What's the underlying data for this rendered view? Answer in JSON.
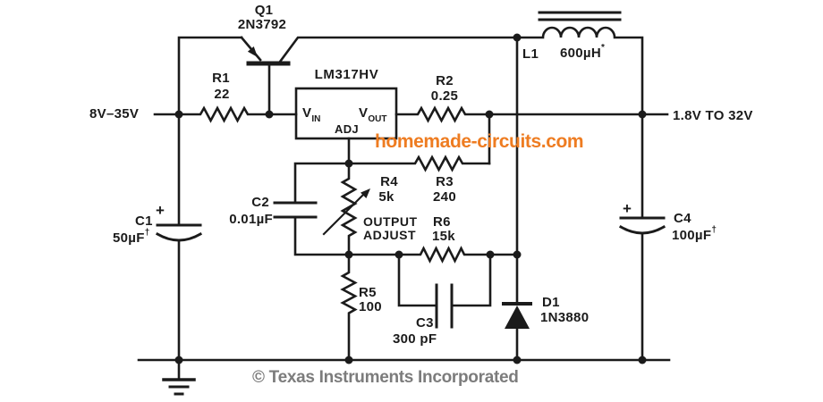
{
  "title": "LM317HV adjustable regulator schematic",
  "colors": {
    "wire": "#1b1b1b",
    "watermark_orange": "#ee7c21",
    "copyright_gray": "#7c7c7c",
    "background": "#ffffff"
  },
  "labels": {
    "input_voltage": "8V–35V",
    "output_voltage": "1.8V TO 32V"
  },
  "components": {
    "q1": {
      "ref": "Q1",
      "part": "2N3792"
    },
    "r1": {
      "ref": "R1",
      "value": "22"
    },
    "ic": {
      "name": "LM317HV",
      "pins": {
        "vin": {
          "main": "V",
          "sub": "IN"
        },
        "vout": {
          "main": "V",
          "sub": "OUT"
        },
        "adj": "ADJ"
      }
    },
    "r2": {
      "ref": "R2",
      "value": "0.25"
    },
    "l1": {
      "ref": "L1",
      "value": "600µH",
      "note": "*"
    },
    "r3": {
      "ref": "R3",
      "value": "240"
    },
    "r4": {
      "ref": "R4",
      "value": "5k",
      "function_line1": "OUTPUT",
      "function_line2": "ADJUST"
    },
    "c2": {
      "ref": "C2",
      "value": "0.01µF"
    },
    "r5": {
      "ref": "R5",
      "value": "100"
    },
    "r6": {
      "ref": "R6",
      "value": "15k"
    },
    "c3": {
      "ref": "C3",
      "value": "300 pF"
    },
    "d1": {
      "ref": "D1",
      "value": "1N3880"
    },
    "c1": {
      "ref": "C1",
      "value": "50µF",
      "note": "†",
      "polarity": "+"
    },
    "c4": {
      "ref": "C4",
      "value": "100µF",
      "note": "†",
      "polarity": "+"
    }
  },
  "watermark": "homemade-circuits.com",
  "copyright": "© Texas Instruments Incorporated"
}
